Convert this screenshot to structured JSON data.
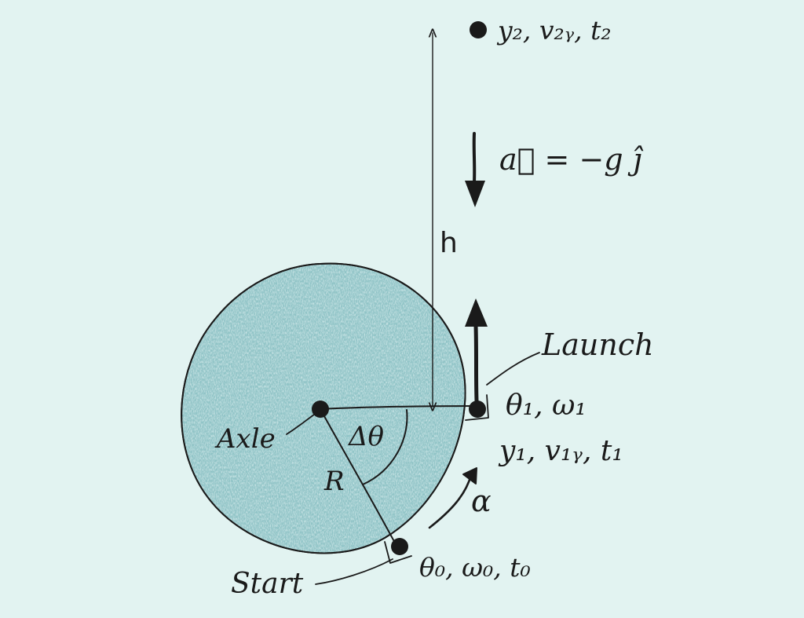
{
  "labels": {
    "top_point": "y₂, v₂ᵧ, t₂",
    "acceleration": "a⃗ = −g ĵ",
    "height": "h",
    "launch": "Launch",
    "launch_angles": "θ₁, ω₁",
    "launch_motion": "y₁, v₁ᵧ, t₁",
    "axle": "Axle",
    "delta_theta": "Δθ",
    "radius": "R",
    "alpha": "α",
    "start_values": "θ₀, ω₀, t₀",
    "start": "Start"
  },
  "colors": {
    "background": "#e2f3f1",
    "wheel_fill": "#8fc3c6",
    "wheel_texture": "#c9e6e6",
    "ink": "#1a1a1a"
  }
}
